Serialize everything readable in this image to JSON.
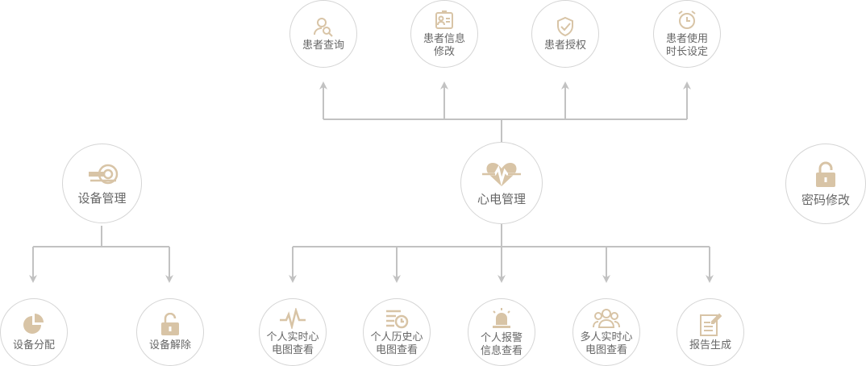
{
  "colors": {
    "icon": "#d8c4a6",
    "line": "#c2c2c2",
    "border": "#d5d5d5",
    "text": "#666666"
  },
  "nodes": {
    "patient_query": {
      "label": "患者查询",
      "icon": "user-search-icon"
    },
    "patient_info_edit": {
      "label": "患者信息\n修改",
      "icon": "id-card-icon"
    },
    "patient_auth": {
      "label": "患者授权",
      "icon": "shield-check-icon"
    },
    "patient_time": {
      "label": "患者使用\n时长设定",
      "icon": "alarm-clock-icon"
    },
    "device_mgmt": {
      "label": "设备管理",
      "icon": "scanner-device-icon"
    },
    "ecg_mgmt": {
      "label": "心电管理",
      "icon": "heart-pulse-icon"
    },
    "password_edit": {
      "label": "密码修改",
      "icon": "lock-icon"
    },
    "device_assign": {
      "label": "设备分配",
      "icon": "pie-chart-icon"
    },
    "device_unbind": {
      "label": "设备解除",
      "icon": "unlock-icon"
    },
    "personal_realtime": {
      "label": "个人实时心\n电图查看",
      "icon": "ecg-wave-icon"
    },
    "personal_history": {
      "label": "个人历史心\n电图查看",
      "icon": "history-list-icon"
    },
    "personal_alarm": {
      "label": "个人报警\n信息查看",
      "icon": "alarm-siren-icon"
    },
    "multi_realtime": {
      "label": "多人实时心\n电图查看",
      "icon": "group-users-icon"
    },
    "report_gen": {
      "label": "报告生成",
      "icon": "report-edit-icon"
    }
  }
}
